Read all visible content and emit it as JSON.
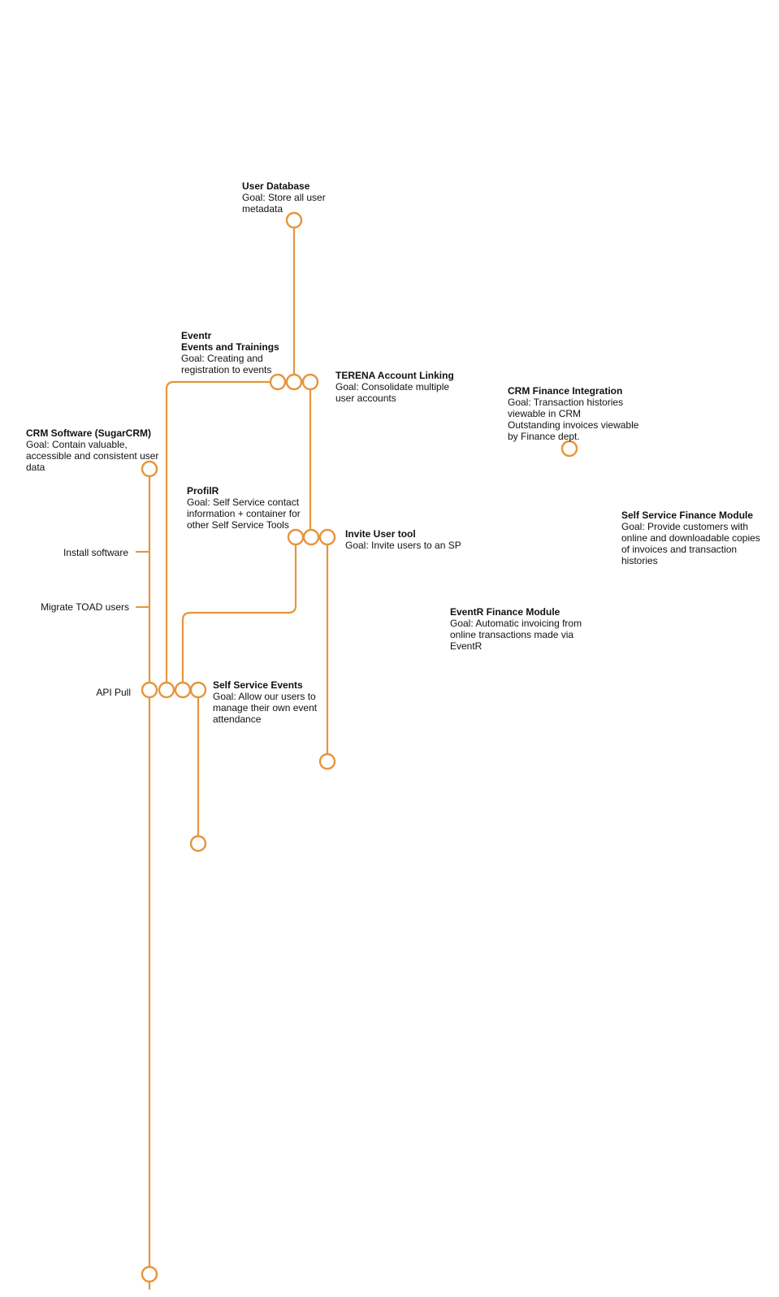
{
  "labels": [
    {
      "id": "user-database",
      "title": "User Database",
      "goal": [
        "Goal: Store all user",
        "metadata"
      ]
    },
    {
      "id": "eventr",
      "title": [
        "Eventr",
        "Events and Trainings"
      ],
      "goal": [
        "Goal: Creating and",
        "registration to events"
      ]
    },
    {
      "id": "terena",
      "title": "TERENA Account Linking",
      "goal": [
        "Goal: Consolidate multiple",
        "user accounts"
      ]
    },
    {
      "id": "crm-finance",
      "title": "CRM Finance Integration",
      "goal": [
        "Goal: Transaction histories",
        "viewable in CRM",
        "Outstanding invoices viewable",
        "by Finance dept."
      ]
    },
    {
      "id": "crm-software",
      "title": "CRM Software (SugarCRM)",
      "goal": [
        "Goal: Contain valuable,",
        "accessible and consistent user",
        "data"
      ]
    },
    {
      "id": "profilr",
      "title": "ProfilR",
      "goal": [
        "Goal: Self Service contact",
        "information + container for",
        "other Self Service Tools"
      ]
    },
    {
      "id": "invite-user",
      "title": "Invite User tool",
      "goal": [
        "Goal: Invite users to an SP"
      ]
    },
    {
      "id": "ss-finance",
      "title": "Self Service Finance Module",
      "goal": [
        "Goal: Provide customers with",
        "online and downloadable copies",
        "of invoices and transaction",
        "histories"
      ]
    },
    {
      "id": "eventr-finance",
      "title": "EventR Finance Module",
      "goal": [
        "Goal: Automatic invoicing from",
        "online transactions made via",
        "EventR"
      ]
    },
    {
      "id": "ss-events",
      "title": "Self Service Events",
      "goal": [
        "Goal: Allow our users to",
        "manage their own event",
        "attendance"
      ]
    }
  ],
  "side_labels": {
    "install": "Install software",
    "migrate": "Migrate TOAD users",
    "api": "API Pull"
  },
  "colors": {
    "line": "#e6953d",
    "text": "#111111",
    "background": "#ffffff"
  }
}
